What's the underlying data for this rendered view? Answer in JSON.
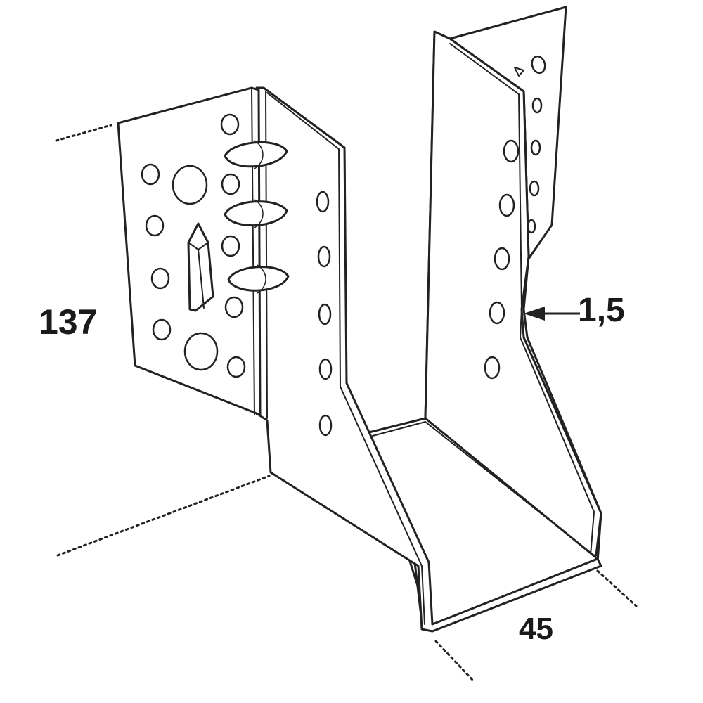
{
  "dimensions": {
    "height": "137",
    "thickness": "1,5",
    "width": "45"
  },
  "colors": {
    "line": "#222222",
    "background": "#ffffff"
  }
}
